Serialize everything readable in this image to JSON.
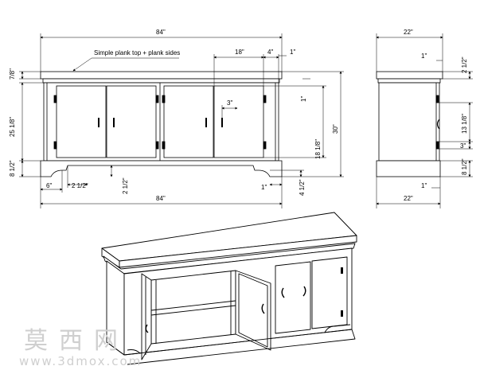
{
  "front_view": {
    "note": "Simple plank top + plank sides",
    "overall_width_top": "84\"",
    "overall_width_bottom": "84\"",
    "top_thickness": "7/8\"",
    "upper_section_height": "25 1/8\"",
    "base_height": "8 1/2\"",
    "door_width": "18\"",
    "side_offset": "4\"",
    "top_overhang": "1\"",
    "right_reveal": "1\"",
    "handle_offset": "3\"",
    "total_height": "30\"",
    "door_height": "18 1/8\"",
    "base_left": "6\"",
    "base_curve_1": "2 1/2\"",
    "base_curve_2": "2 1/2\"",
    "foot_right": "1\"",
    "foot_height": "4 1/2\""
  },
  "side_view": {
    "depth_top": "22\"",
    "depth_bottom": "22\"",
    "top_overhang": "1\"",
    "top_drop": "2 1/2\"",
    "hinge_span": "13 1/8\"",
    "hinge_gap": "3\"",
    "base_height": "8 1/2\"",
    "foot_inset": "1\""
  },
  "watermark": {
    "brand": "莫西网",
    "url": "www.3dmox.com"
  }
}
